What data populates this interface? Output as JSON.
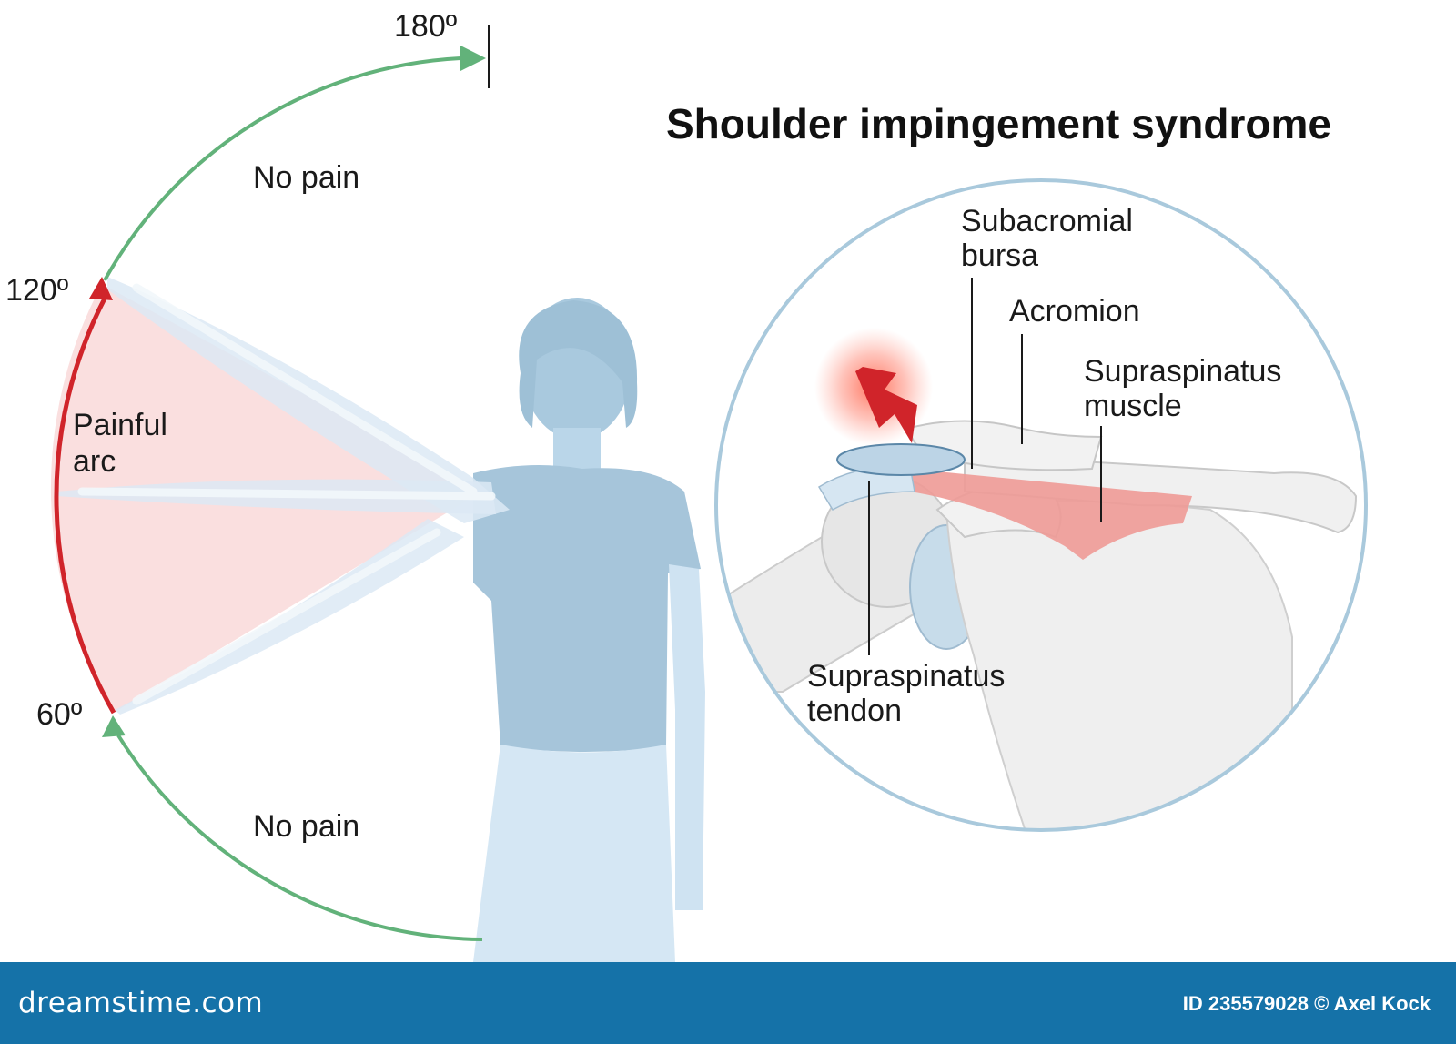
{
  "title": "Shoulder impingement syndrome",
  "range_of_motion": {
    "angle_180": "180º",
    "angle_120": "120º",
    "angle_60": "60º",
    "upper_zone": "No pain",
    "middle_zone_line1": "Painful",
    "middle_zone_line2": "arc",
    "lower_zone": "No pain"
  },
  "anatomy_labels": {
    "subacromial_line1": "Subacromial",
    "subacromial_line2": "bursa",
    "acromion": "Acromion",
    "supraspinatus_muscle_line1": "Supraspinatus",
    "supraspinatus_muscle_line2": "muscle",
    "supraspinatus_tendon_line1": "Supraspinatus",
    "supraspinatus_tendon_line2": "tendon"
  },
  "footer": {
    "brand": "dreamstime.com",
    "credit": "ID 235579028 © Axel Kock"
  },
  "colors": {
    "no_pain_arc": "#62b27a",
    "painful_arc": "#d0242a",
    "painful_fill": "#fadcdc",
    "body": "#cfe3f2",
    "shirt": "#a6c5da",
    "bone": "#eeeeee",
    "muscle": "#ee9a96",
    "circle_border": "#a9c9dc",
    "footer_bar": "#1572a8"
  }
}
